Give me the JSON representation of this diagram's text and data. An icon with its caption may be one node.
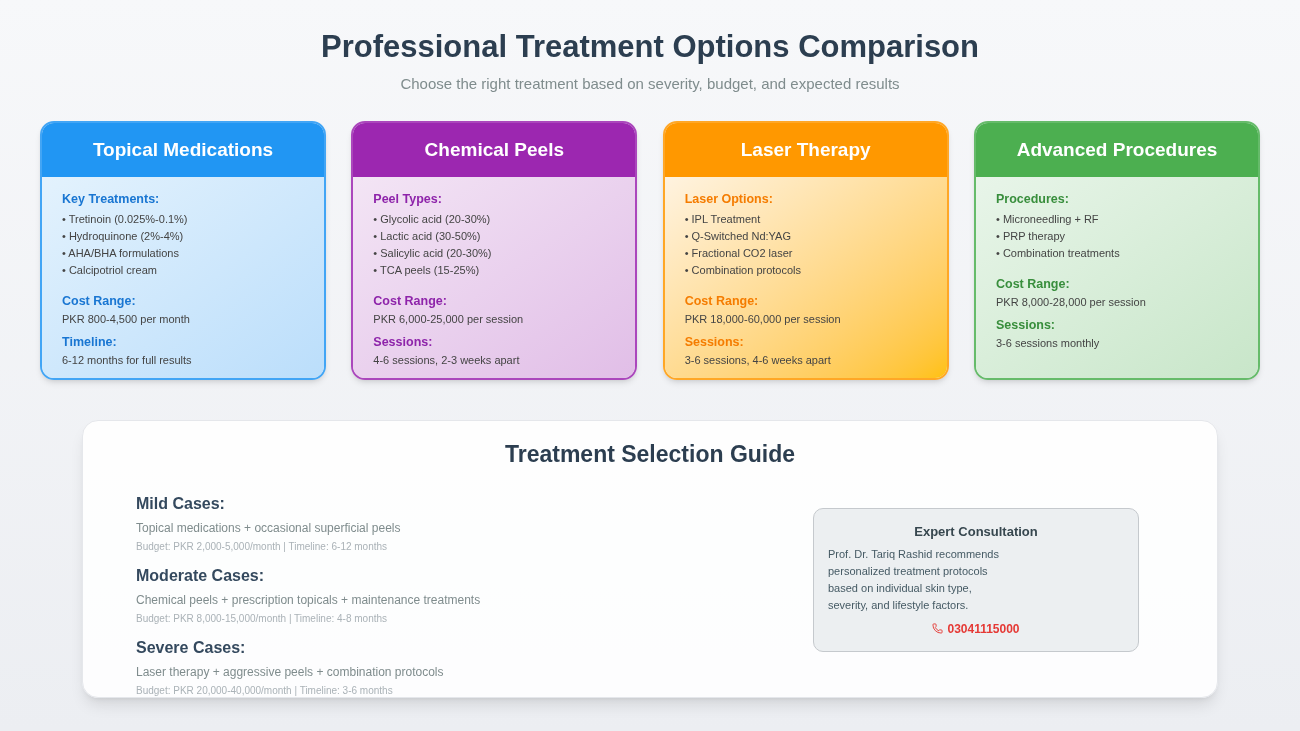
{
  "diagram": {
    "title": "Professional Treatment Options Comparison",
    "caption": "Choose the right treatment based on severity, budget, and expected results",
    "nodes": [
      {
        "text": [
          "Topical Medications",
          "Key Treatments:",
          "• Tretinoin (0.025%-0.1%)",
          "• Hydroquinone (2%-4%)",
          "• AHA/BHA formulations",
          "• Calcipotriol cream",
          "Cost Range:",
          "PKR 800-4,500 per month",
          "Timeline:",
          "6-12 months for full results"
        ]
      },
      {
        "text": [
          "Chemical Peels",
          "Peel Types:",
          "• Glycolic acid (20-30%)",
          "• Lactic acid (30-50%)",
          "• Salicylic acid (20-30%)",
          "• TCA peels (15-25%)",
          "Cost Range:",
          "PKR 6,000-25,000 per session",
          "Sessions:",
          "4-6 sessions, 2-3 weeks apart"
        ]
      },
      {
        "text": [
          "Laser Therapy",
          "Laser Options:",
          "• IPL Treatment",
          "• Q-Switched Nd:YAG",
          "• Fractional CO2 laser",
          "• Combination protocols",
          "Cost Range:",
          "PKR 18,000-60,000 per session",
          "Sessions:",
          "3-6 sessions, 4-6 weeks apart"
        ]
      },
      {
        "text": [
          "Advanced Procedures",
          "Procedures:",
          "• Microneedling + RF",
          "• PRP therapy",
          "• Combination treatments",
          "Cost Range:",
          "PKR 8,000-28,000 per session",
          "Sessions:",
          "3-6 sessions monthly"
        ]
      },
      {
        "text": [
          "Treatment Selection Guide",
          "Mild Cases:",
          "Topical medications + occasional superficial peels",
          "Budget: PKR 2,000-5,000/month | Timeline: 6-12 months",
          "Moderate Cases:",
          "Chemical peels + prescription topicals + maintenance treatments",
          "Budget: PKR 8,000-15,000/month | Timeline: 4-8 months",
          "Severe Cases:",
          "Laser therapy + aggressive peels + combination protocols",
          "Budget: PKR 20,000-40,000/month | Timeline: 3-6 months"
        ]
      },
      {
        "text": [
          "Expert Consultation",
          "Prof. Dr. Tariq Rashid recommends personalized treatment protocols based on individual skin type, severity, and lifestyle factors.",
          "03041115000"
        ],
        "in": 4
      }
    ]
  }
}
